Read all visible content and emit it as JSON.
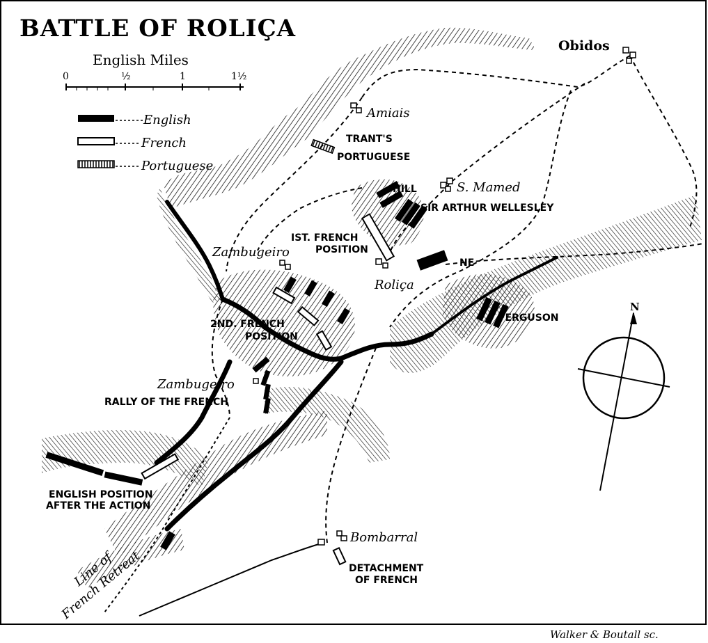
{
  "title": "BATTLE OF ROLIÇA",
  "scale": {
    "label": "English Miles",
    "ticks": [
      "0",
      "½",
      "1",
      "1½"
    ]
  },
  "legend": {
    "english": "English",
    "french": "French",
    "portuguese": "Portuguese"
  },
  "places": {
    "obidos": "Obidos",
    "amiais": "Amiais",
    "s_mamed": "S. Mamed",
    "zambugeiro_north": "Zambugeiro",
    "zambugeiro_south": "Zambugeiro",
    "rolica": "Roliça",
    "bombarral": "Bombarral"
  },
  "labels": {
    "trants_1": "TRANT'S",
    "trants_2": "PORTUGUESE",
    "hill": "HILL",
    "wellesley": "SIR ARTHUR WELLESLEY",
    "first_pos_1": "IST. FRENCH",
    "first_pos_2": "POSITION",
    "ne": "NE",
    "ferguson": "FERGUSON",
    "second_pos_1": "2ND. FRENCH",
    "second_pos_2": "POSITION",
    "rally": "RALLY OF THE FRENCH",
    "english_pos_1": "ENGLISH POSITION",
    "english_pos_2": "AFTER THE ACTION",
    "detach_1": "DETACHMENT",
    "detach_2": "OF FRENCH",
    "retreat_1": "Line of",
    "retreat_2": "French Retreat"
  },
  "compass": {
    "north": "N"
  },
  "credit": "Walker & Boutall sc."
}
